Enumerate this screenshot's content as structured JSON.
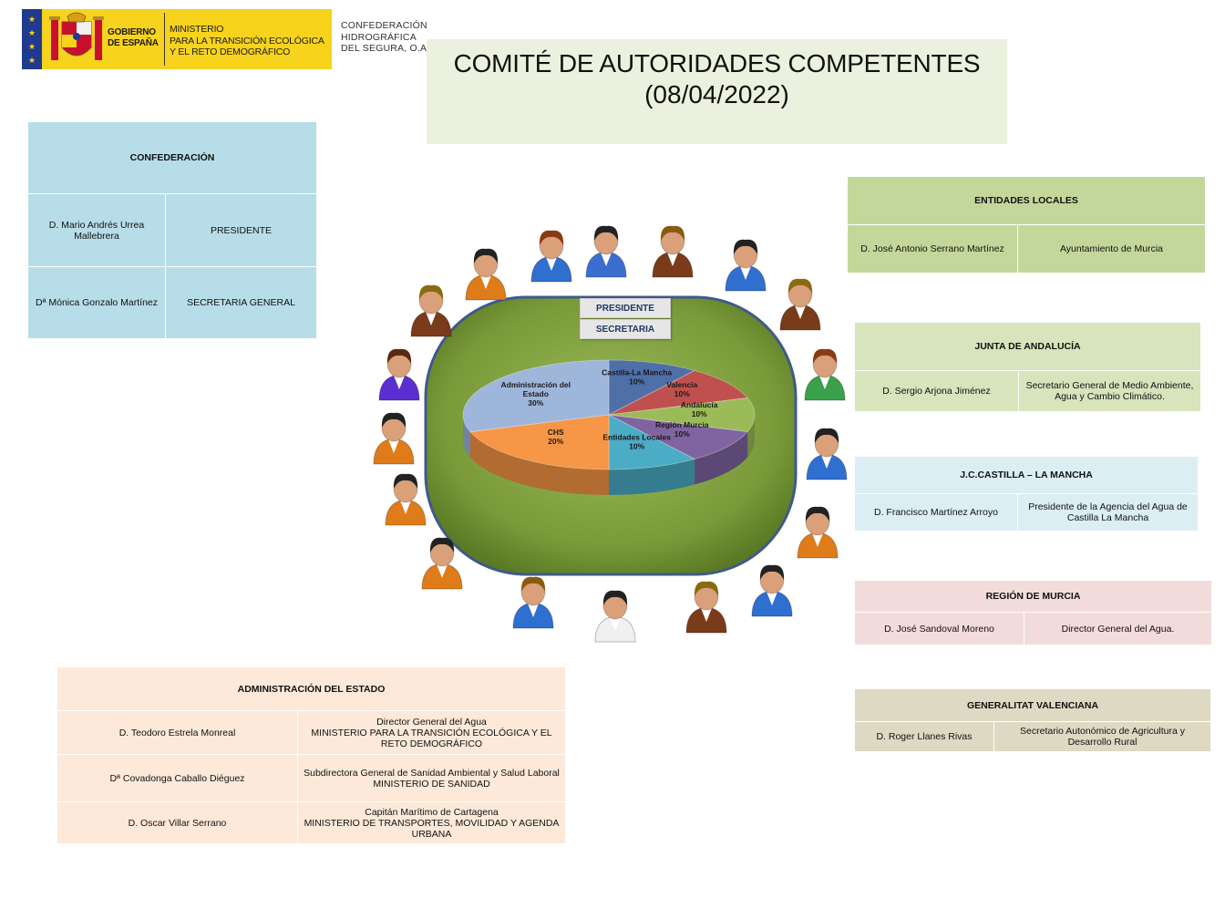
{
  "header": {
    "gov_line": "GOBIERNO\nDE ESPAÑA",
    "ministry": "MINISTERIO\nPARA LA TRANSICIÓN ECOLÓGICA\nY EL RETO DEMOGRÁFICO",
    "chs": "CONFEDERACIÓN\nHIDROGRÁFICA\nDEL SEGURA, O.A.",
    "title_line1": "COMITÉ DE AUTORIDADES COMPETENTES",
    "title_line2": "(08/04/2022)"
  },
  "colors": {
    "confederacion": "#b7dde8",
    "entidades_locales": "#c4d79b",
    "andalucia": "#d7e4bc",
    "castilla": "#dbeef3",
    "murcia": "#f2dcdb",
    "valenciana": "#ddd9c3",
    "estado": "#fde9d9",
    "title_bg": "#ebf1de",
    "table_green": "#7a9a3a"
  },
  "confederacion": {
    "header": "CONFEDERACIÓN",
    "rows": [
      {
        "name": "D. Mario Andrés Urrea Mallebrera",
        "role": "PRESIDENTE"
      },
      {
        "name": "Dª Mónica Gonzalo Martínez",
        "role": "SECRETARIA  GENERAL"
      }
    ]
  },
  "entidades_locales": {
    "header": "ENTIDADES  LOCALES",
    "rows": [
      {
        "name": "D. José Antonio Serrano Martínez",
        "role": "Ayuntamiento de Murcia"
      }
    ]
  },
  "andalucia": {
    "header": "JUNTA DE ANDALUCÍA",
    "rows": [
      {
        "name": "D. Sergio Arjona Jiménez",
        "role": "Secretario General de Medio Ambiente, Agua y Cambio  Climático."
      }
    ]
  },
  "castilla": {
    "header": "J.C.CASTILLA – LA MANCHA",
    "rows": [
      {
        "name": "D. Francisco Martínez Arroyo",
        "role": "Presidente de la Agencia del Agua de Castilla La Mancha"
      }
    ]
  },
  "murcia": {
    "header": "REGIÓN  DE  MURCIA",
    "rows": [
      {
        "name": "D. José Sandoval Moreno",
        "role": "Director General del Agua."
      }
    ]
  },
  "valenciana": {
    "header": "GENERALITAT  VALENCIANA",
    "rows": [
      {
        "name": "D. Roger Llanes Rivas",
        "role": "Secretario Autonómico de Agricultura y Desarrollo Rural"
      }
    ]
  },
  "estado": {
    "header": "ADMINISTRACIÓN  DEL  ESTADO",
    "rows": [
      {
        "name": "D. Teodoro Estrela Monreal",
        "role_line1": "Director General del Agua",
        "role_line2": "MINISTERIO   PARA LA TRANSICIÓN   ECOLÓGICA  Y EL RETO  DEMOGRÁFICO"
      },
      {
        "name": "Dª Covadonga Caballo Diéguez",
        "role_line1": "Subdirectora General de Sanidad Ambiental y Salud Laboral",
        "role_line2": "MINISTERIO  DE  SANIDAD"
      },
      {
        "name": "D.  Oscar Villar Serrano",
        "role_line1": "Capitán Marítimo  de Cartagena",
        "role_line2": "MINISTERIO  DE  TRANSPORTES,  MOVILIDAD  Y AGENDA  URBANA"
      }
    ]
  },
  "diagram": {
    "presidente": "PRESIDENTE",
    "secretaria": "SECRETARIA"
  },
  "chart_data": {
    "type": "pie",
    "categories": [
      "Castilla-La Mancha",
      "Valencia",
      "Andalucía",
      "Región Murcia",
      "Entidades Locales",
      "CHS",
      "Administración del Estado"
    ],
    "values": [
      10,
      10,
      10,
      10,
      10,
      20,
      30
    ],
    "labels": [
      "10%",
      "10%",
      "10%",
      "10%",
      "10%",
      "20%",
      "30%"
    ],
    "colors": [
      "#4f6fa8",
      "#c0504d",
      "#9bbb59",
      "#8064a2",
      "#4bacc6",
      "#f79646",
      "#9fb6db"
    ]
  }
}
